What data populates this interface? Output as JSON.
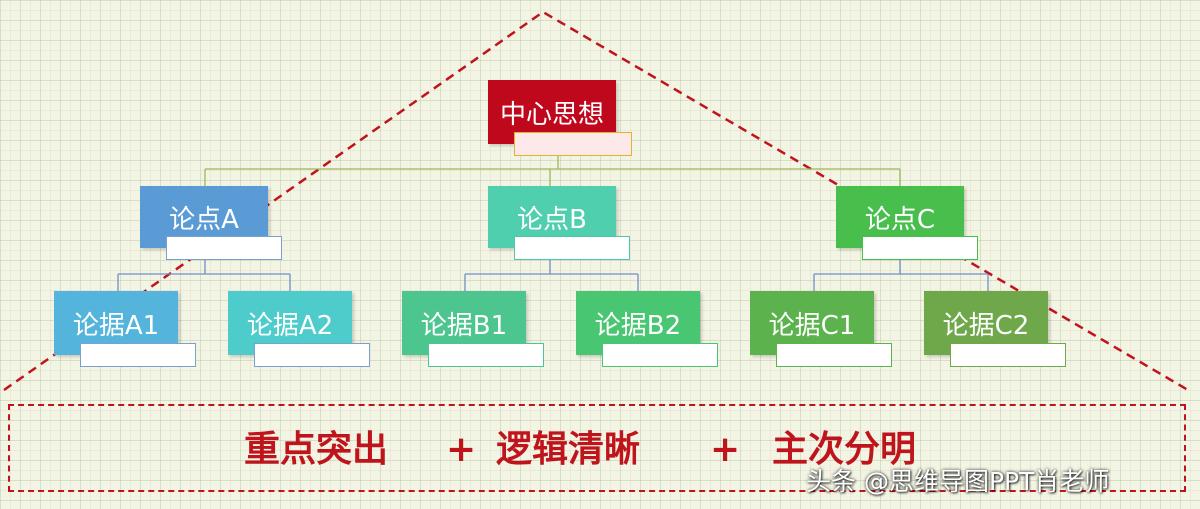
{
  "central_idea": {
    "label": "中心思想",
    "color": "#c0081c"
  },
  "points": [
    {
      "label": "论点A",
      "color": "#5b9bd5"
    },
    {
      "label": "论点B",
      "color": "#4fcfae"
    },
    {
      "label": "论点C",
      "color": "#48bf4c"
    }
  ],
  "arguments": [
    {
      "label": "论据A1",
      "color": "#55b4dc"
    },
    {
      "label": "论据A2",
      "color": "#4ecbcb"
    },
    {
      "label": "论据B1",
      "color": "#4cc58e"
    },
    {
      "label": "论据B2",
      "color": "#49c672"
    },
    {
      "label": "论据C1",
      "color": "#5cb34e"
    },
    {
      "label": "论据C2",
      "color": "#6fa84a"
    }
  ],
  "slogan": {
    "part1": "重点突出",
    "plus1": "+",
    "part2": "逻辑清晰",
    "plus2": "+",
    "part3": "主次分明"
  },
  "watermark": "头条 @思维导图PPT肖老师",
  "colors": {
    "accent_red": "#c0141c"
  }
}
